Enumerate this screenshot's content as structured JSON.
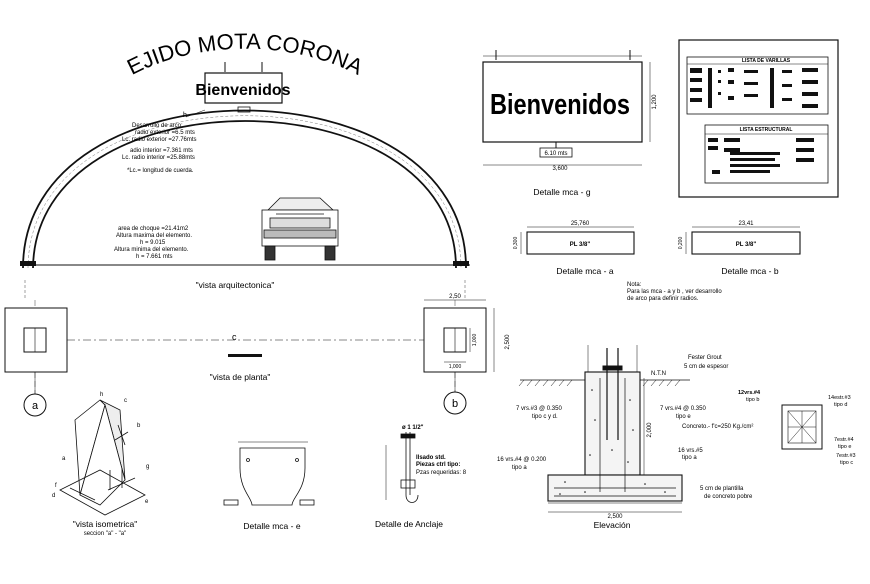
{
  "arch_title": "EJIDO MOTA CORONA",
  "sign_text": "Bienvenidos",
  "arch_notes": [
    "Desarrollo de arco:",
    "radio exterior =6.5 mts",
    "Lc. radio exterior =27.76mts",
    "adio interior =7.361 mts",
    "Lc. radio interior =25.88mts",
    "*Lc.= longitud de cuerda."
  ],
  "impact_notes": [
    "area de choque =21.41m2",
    "Altura maxima del elemento.",
    "h = 9.015",
    "Altura minima del elemento.",
    "h = 7.661 mts"
  ],
  "label_h": "h",
  "caption_arquitectonica": "\"vista arquitectonica\"",
  "caption_planta": "\"vista de planta\"",
  "caption_isometrica": "\"vista isometrica\"",
  "caption_seccion": "seccion \"a\" - \"a\"",
  "axis_a": "a",
  "axis_b": "b",
  "plan_dims": {
    "top": "2,50",
    "side": "2,500",
    "small": "1,000",
    "small2": "1,000"
  },
  "plan_label_c": "c",
  "caption_g": "Detalle mca - g",
  "caption_a": "Detalle mca - a",
  "caption_b": "Detalle mca - b",
  "caption_e": "Detalle mca - e",
  "caption_anclaje": "Detalle de Anclaje",
  "caption_elevacion": "Elevación",
  "detail_g": {
    "width": "3,600",
    "height": "1,200",
    "plate": "6.10 mts"
  },
  "detail_a": {
    "width": "25,760",
    "height": "0,300",
    "plate": "PL 3/8\""
  },
  "detail_b": {
    "width": "23,41",
    "height": "0,200",
    "plate": "PL 3/8\""
  },
  "nota": [
    "Nota:",
    "Para las mca - a y b , ver desarrollo",
    "de arco para definir radios."
  ],
  "table_varillas_title": "LISTA DE VARILLAS",
  "table_estructural_title": "LISTA ESTRUCTURAL",
  "anclaje_notes": [
    "ø 1 1/2\"",
    "Ilsado std.",
    "Piezas ctrl tipo:",
    "Pzas requeridas: 8"
  ],
  "elev_notes": {
    "grout": "Fester Grout",
    "grout2": "5 cm de espesor",
    "ntn": "N.T.N",
    "left1": "7 vrs.#3 @ 0.350",
    "left1b": "tipo c y d.",
    "right1": "7 vrs.#4 @ 0.350",
    "right1b": "tipo e",
    "concreto": "Concreto.- f'c=250 Kg./cm²",
    "vrs5": "16 vrs.#5",
    "vrs5b": "tipo a",
    "vrs4": "16 vrs.#4 @ 0.200",
    "vrs4b": "tipo a",
    "plantilla": "5 cm de plantilla",
    "plantilla2": "de concreto pobre",
    "width": "2,500",
    "height": "2,000"
  },
  "section_notes": {
    "a": "12vrs.#4",
    "a2": "tipo b",
    "b": "14estr.#3",
    "b2": "tipo d",
    "c": "7estr.#4",
    "c2": "tipo e",
    "d": "7estr.#3",
    "d2": "tipo c"
  },
  "iso_labels": [
    "a",
    "b",
    "c",
    "d",
    "e",
    "f",
    "g",
    "h"
  ]
}
